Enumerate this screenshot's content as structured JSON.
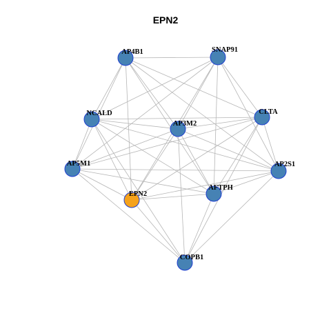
{
  "title": "EPN2",
  "colors": {
    "default_node": "#4682b4",
    "highlight_node": "#f5a21b",
    "node_border": "#1f3fd0",
    "edge": "#b5b5b5"
  },
  "nodes": [
    {
      "id": "AP4B1",
      "label": "AP4B1",
      "highlight": false
    },
    {
      "id": "SNAP91",
      "label": "SNAP91",
      "highlight": false
    },
    {
      "id": "NCALD",
      "label": "NCALD",
      "highlight": false
    },
    {
      "id": "CLTA",
      "label": "CLTA",
      "highlight": false
    },
    {
      "id": "AP3M2",
      "label": "AP3M2",
      "highlight": false
    },
    {
      "id": "AP5M1",
      "label": "AP5M1",
      "highlight": false
    },
    {
      "id": "AP2S1",
      "label": "AP2S1",
      "highlight": false
    },
    {
      "id": "EPN2",
      "label": "EPN2",
      "highlight": true
    },
    {
      "id": "AFTPH",
      "label": "AFTPH",
      "highlight": false
    },
    {
      "id": "COPB1",
      "label": "COPB1",
      "highlight": false
    }
  ],
  "edges": [
    [
      "AP4B1",
      "SNAP91"
    ],
    [
      "AP4B1",
      "NCALD"
    ],
    [
      "AP4B1",
      "AP3M2"
    ],
    [
      "AP4B1",
      "CLTA"
    ],
    [
      "AP4B1",
      "AP5M1"
    ],
    [
      "AP4B1",
      "AP2S1"
    ],
    [
      "AP4B1",
      "EPN2"
    ],
    [
      "AP4B1",
      "AFTPH"
    ],
    [
      "SNAP91",
      "AP3M2"
    ],
    [
      "SNAP91",
      "CLTA"
    ],
    [
      "SNAP91",
      "AP5M1"
    ],
    [
      "SNAP91",
      "EPN2"
    ],
    [
      "SNAP91",
      "AFTPH"
    ],
    [
      "SNAP91",
      "NCALD"
    ],
    [
      "SNAP91",
      "AP2S1"
    ],
    [
      "NCALD",
      "AP3M2"
    ],
    [
      "NCALD",
      "CLTA"
    ],
    [
      "NCALD",
      "AP5M1"
    ],
    [
      "NCALD",
      "AP2S1"
    ],
    [
      "NCALD",
      "AFTPH"
    ],
    [
      "NCALD",
      "COPB1"
    ],
    [
      "NCALD",
      "EPN2"
    ],
    [
      "CLTA",
      "AP3M2"
    ],
    [
      "CLTA",
      "AP5M1"
    ],
    [
      "CLTA",
      "AP2S1"
    ],
    [
      "CLTA",
      "AFTPH"
    ],
    [
      "CLTA",
      "EPN2"
    ],
    [
      "CLTA",
      "COPB1"
    ],
    [
      "AP3M2",
      "AP5M1"
    ],
    [
      "AP3M2",
      "AP2S1"
    ],
    [
      "AP3M2",
      "AFTPH"
    ],
    [
      "AP3M2",
      "EPN2"
    ],
    [
      "AP3M2",
      "COPB1"
    ],
    [
      "AP5M1",
      "AP2S1"
    ],
    [
      "AP5M1",
      "AFTPH"
    ],
    [
      "AP5M1",
      "EPN2"
    ],
    [
      "AP5M1",
      "COPB1"
    ],
    [
      "AP2S1",
      "AFTPH"
    ],
    [
      "AP2S1",
      "EPN2"
    ],
    [
      "AP2S1",
      "COPB1"
    ],
    [
      "AFTPH",
      "EPN2"
    ],
    [
      "AFTPH",
      "COPB1"
    ],
    [
      "EPN2",
      "COPB1"
    ]
  ]
}
